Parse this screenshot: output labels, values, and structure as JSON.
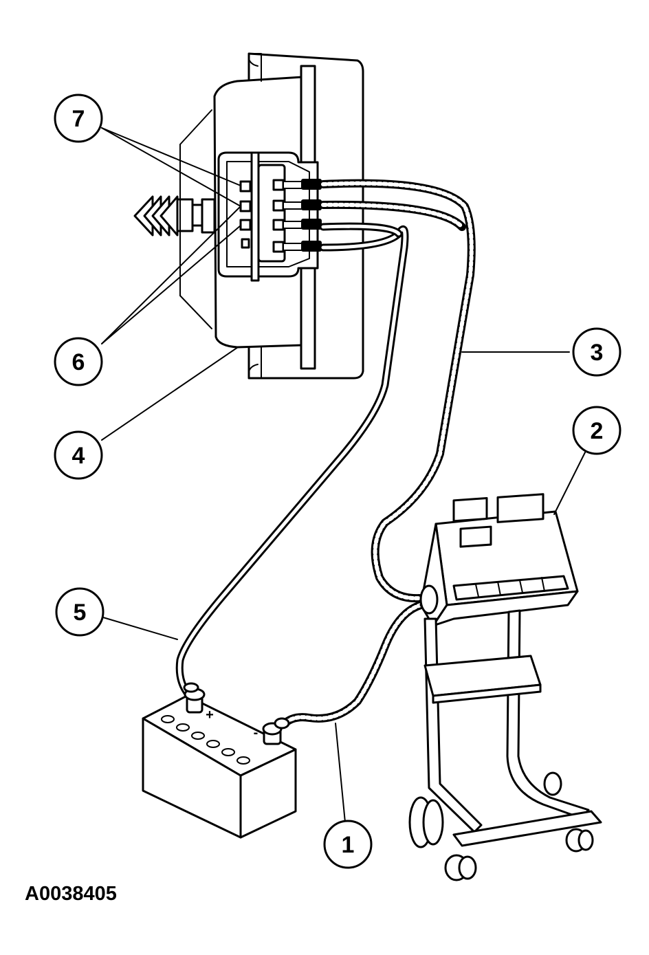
{
  "figure_id": "A0038405",
  "callouts": [
    {
      "id": "1",
      "label": "1"
    },
    {
      "id": "2",
      "label": "2"
    },
    {
      "id": "3",
      "label": "3"
    },
    {
      "id": "4",
      "label": "4"
    },
    {
      "id": "5",
      "label": "5"
    },
    {
      "id": "6",
      "label": "6"
    },
    {
      "id": "7",
      "label": "7"
    }
  ],
  "battery": {
    "positive_mark": "+",
    "negative_mark": "-"
  },
  "colors": {
    "line": "#000000",
    "background": "#ffffff"
  }
}
